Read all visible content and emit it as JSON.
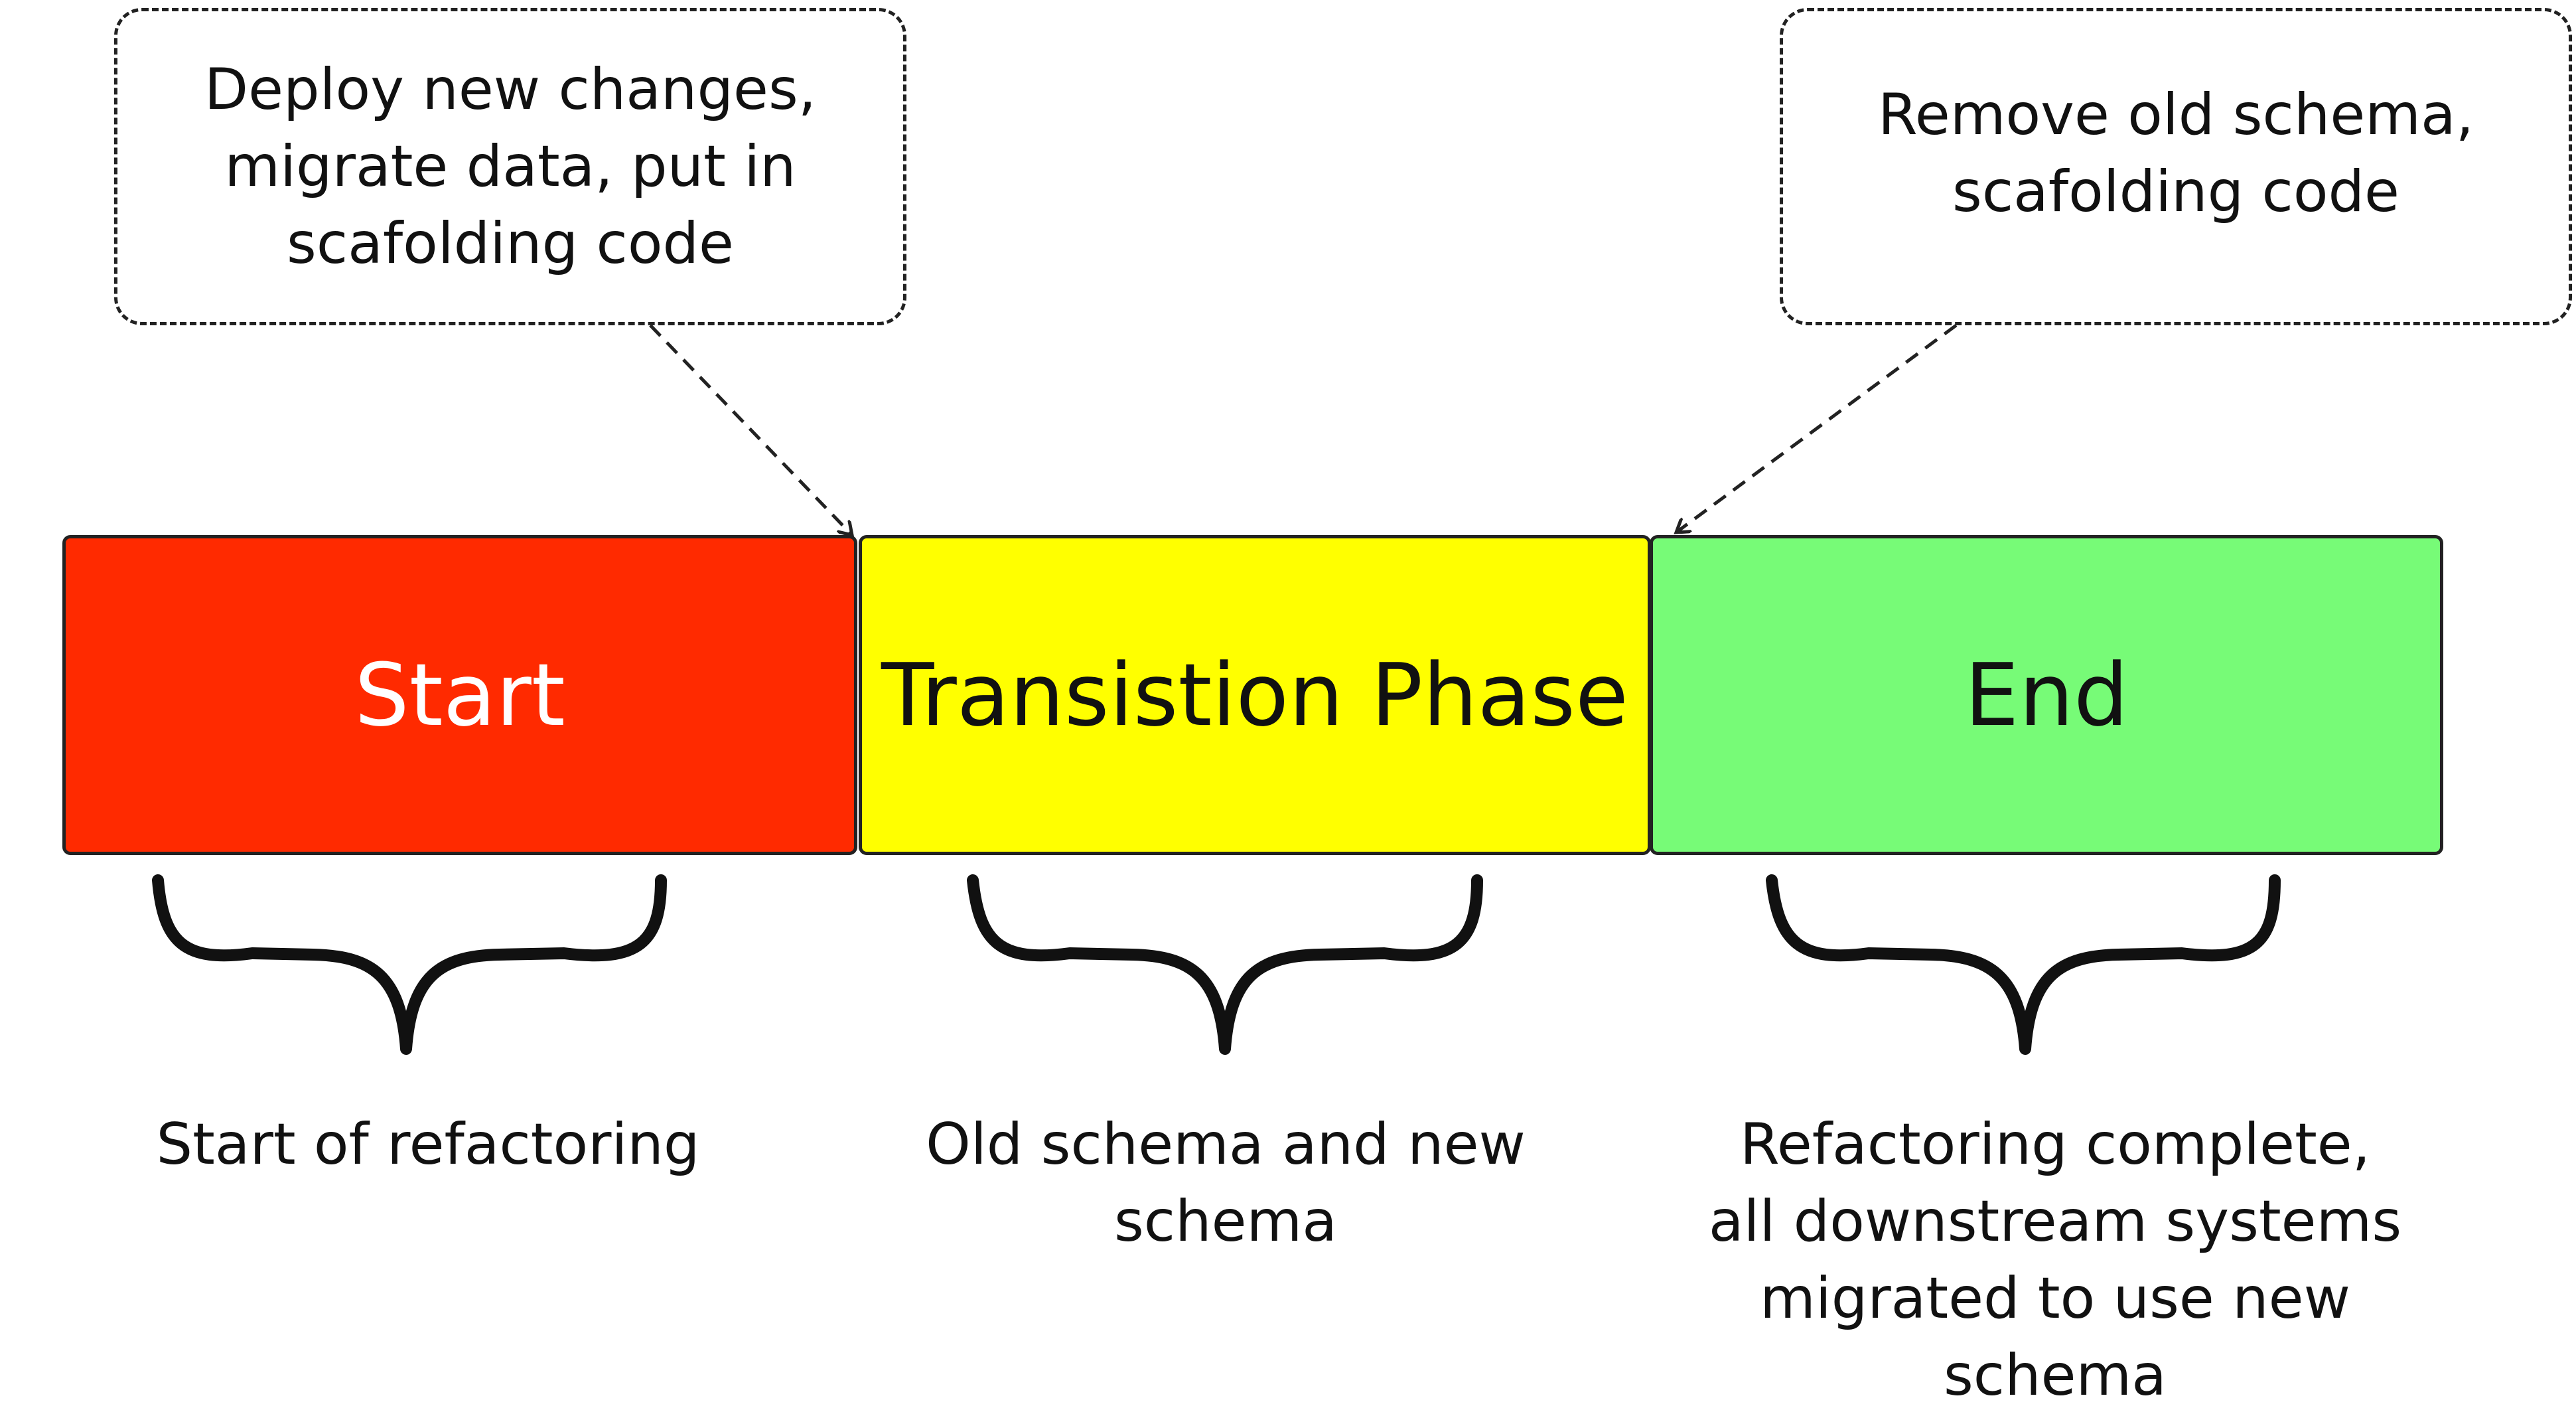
{
  "callouts": {
    "left": "Deploy new changes,\nmigrate data, put in\nscafolding code",
    "right": "Remove old schema,\nscafolding code"
  },
  "phases": [
    {
      "label": "Start",
      "color": "#ff2a00"
    },
    {
      "label": "Transistion Phase",
      "color": "#ffff00"
    },
    {
      "label": "End",
      "color": "#77fb77"
    }
  ],
  "descriptions": {
    "start": "Start of refactoring",
    "transition": "Old schema and new\nschema",
    "end": "Refactoring complete,\nall downstream systems\nmigrated to use new\nschema"
  },
  "icons": {
    "brace": "curly-brace-icon",
    "arrow": "dashed-arrow-icon"
  }
}
